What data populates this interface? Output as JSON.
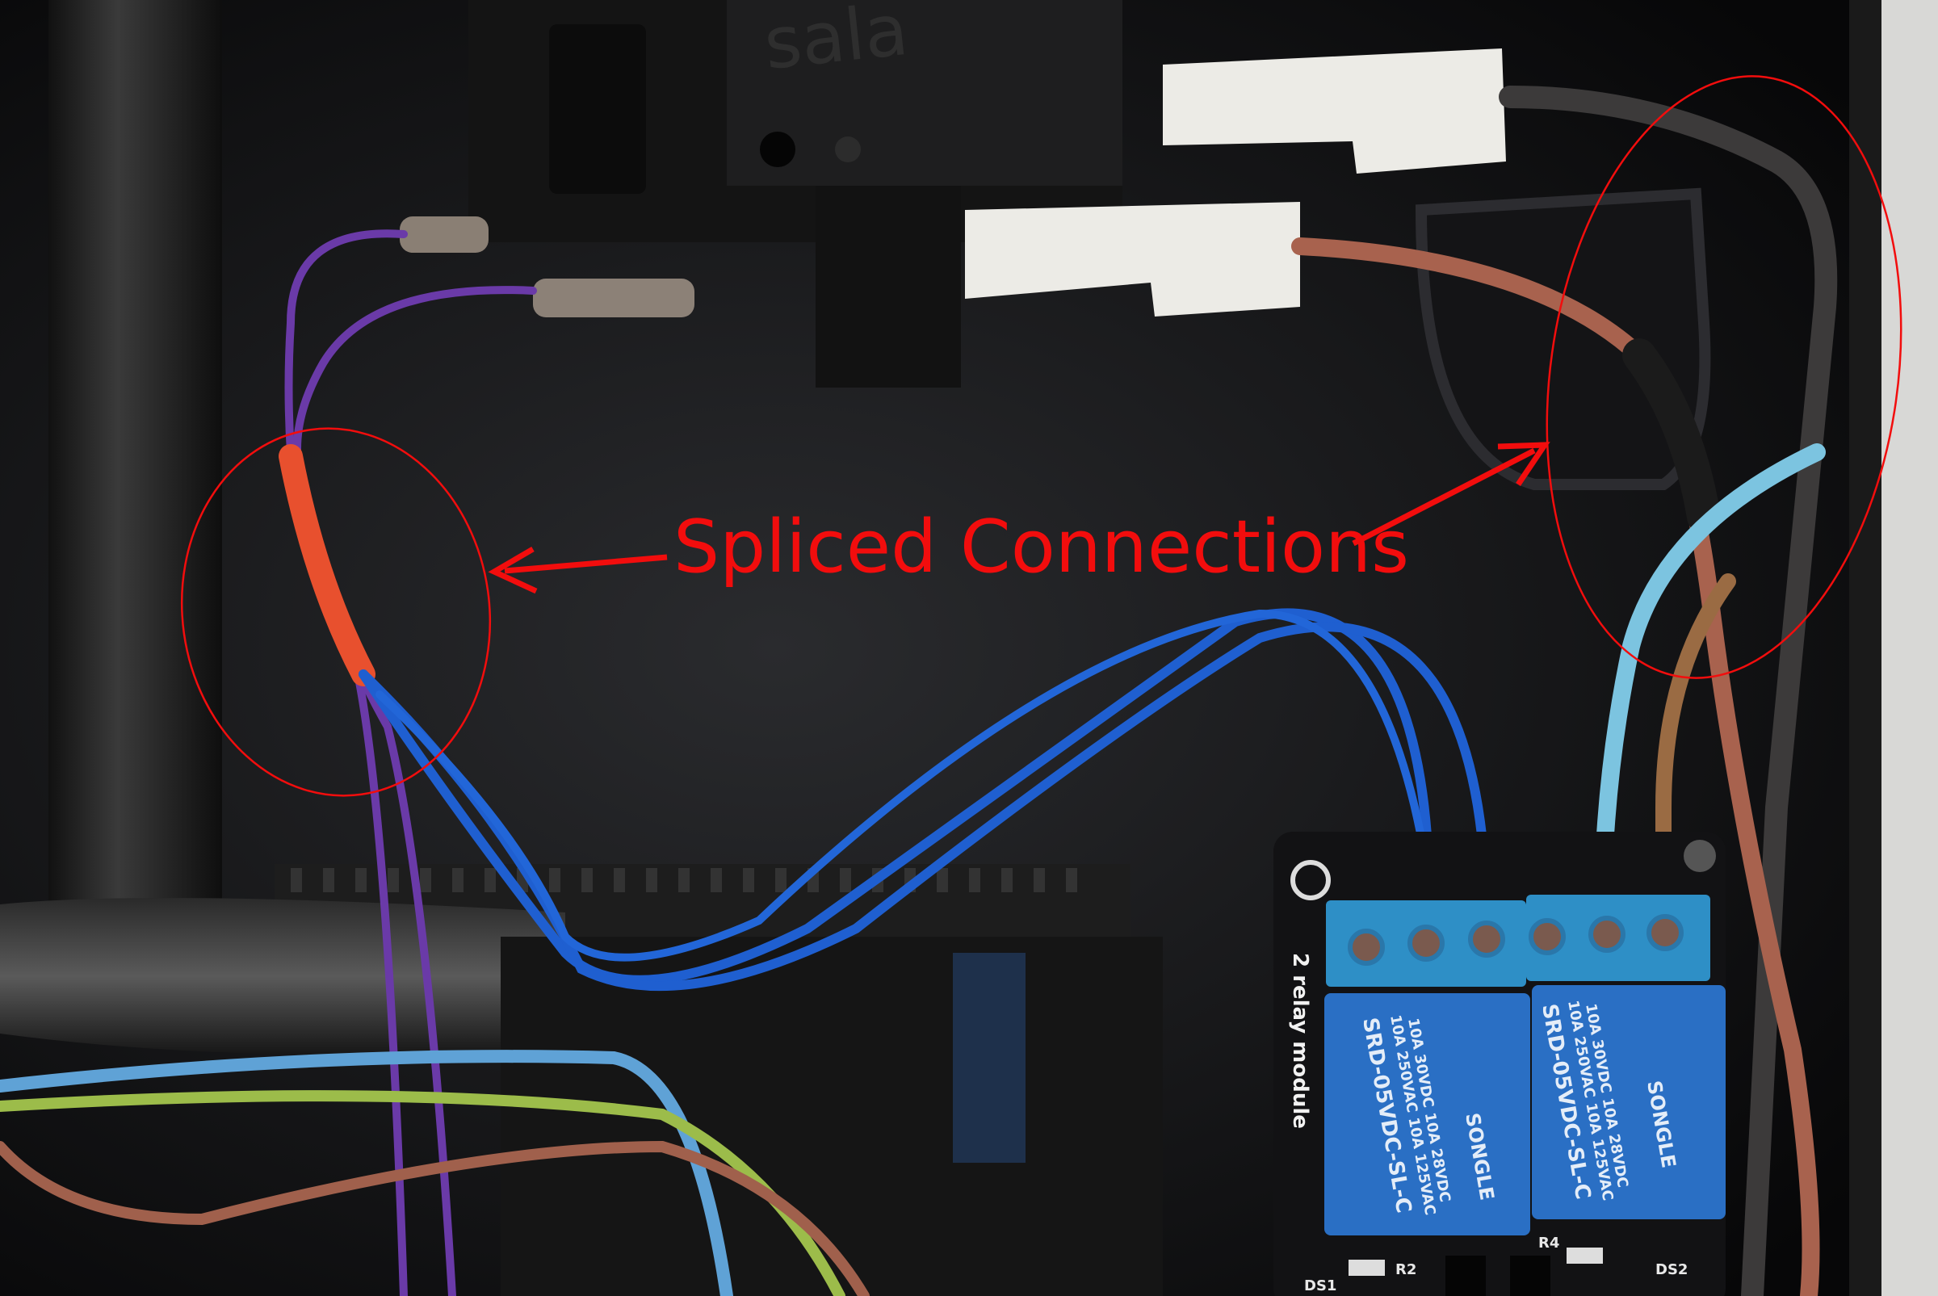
{
  "annotation": {
    "label": "Spliced Connections",
    "color": "#f20d0d"
  },
  "switch": {
    "brand": "sala"
  },
  "relay_module": {
    "board_label": "2 relay module",
    "relays": [
      {
        "brand": "SONGLE",
        "model": "SRD-05VDC-SL-C",
        "rating_1": "10A 250VAC 10A 125VAC",
        "rating_2": "10A  30VDC 10A  28VDC"
      },
      {
        "brand": "SONGLE",
        "model": "SRD-05VDC-SL-C",
        "rating_1": "10A 250VAC 10A 125VAC",
        "rating_2": "10A  30VDC 10A  28VDC"
      }
    ],
    "silkscreen": [
      "DS1",
      "R2",
      "R4",
      "DS2"
    ]
  },
  "colors": {
    "background": "#0b0b0c",
    "relay_blue": "#2a6fc4",
    "terminal_blue": "#2e8fc6",
    "wire_purple": "#6a3aa8",
    "wire_blue": "#1f5fd0",
    "wire_light_blue": "#7cc4e0",
    "wire_brown": "#a8624e"
  }
}
